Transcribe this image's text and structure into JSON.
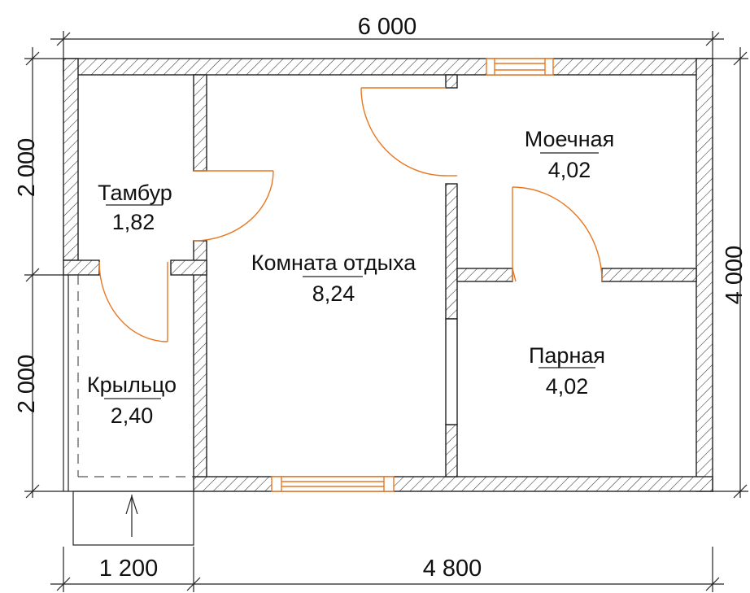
{
  "rooms": [
    {
      "name": "Тамбур",
      "area": "1,82"
    },
    {
      "name": "Комната отдыха",
      "area": "8,24"
    },
    {
      "name": "Моечная",
      "area": "4,02"
    },
    {
      "name": "Парная",
      "area": "4,02"
    },
    {
      "name": "Крыльцо",
      "area": "2,40"
    }
  ],
  "dimensions": {
    "top_total": "6 000",
    "left_upper": "2 000",
    "left_lower": "2 000",
    "right_total": "4 000",
    "bottom_left": "1 200",
    "bottom_right": "4 800"
  },
  "colors": {
    "lines": "#222222",
    "doors_windows": "#e87722"
  }
}
